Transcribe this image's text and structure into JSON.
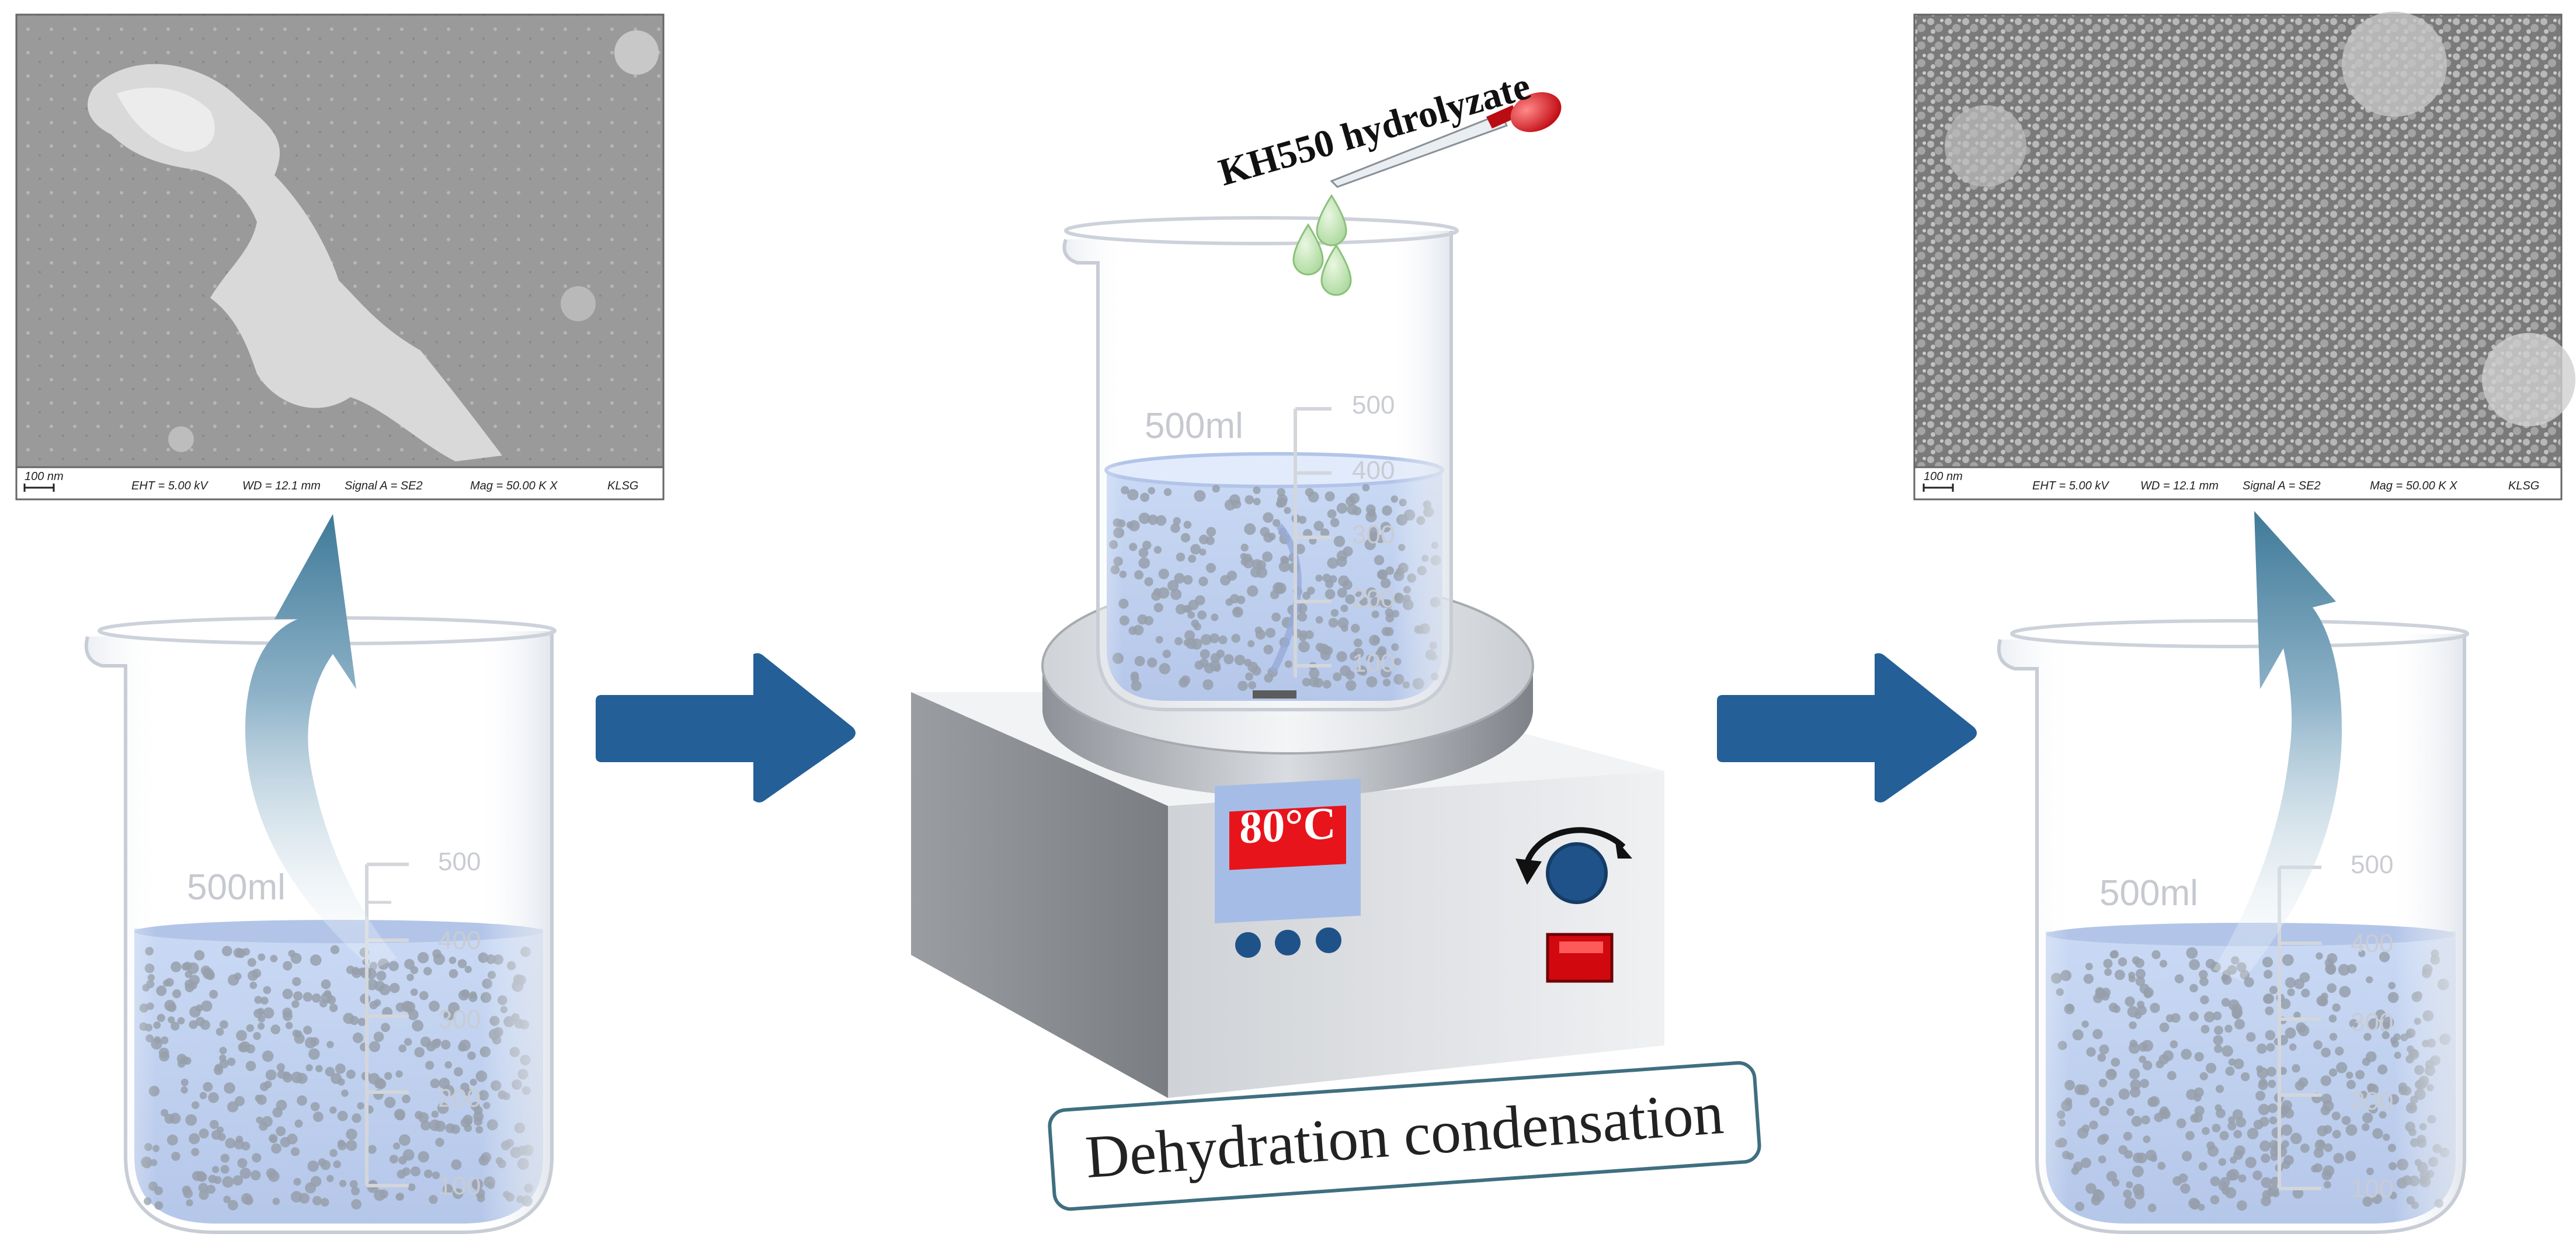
{
  "sem_left": {
    "scale_bar": "100 nm",
    "eht": "EHT =  5.00 kV",
    "wd": "WD = 12.1 mm",
    "signal": "Signal A = SE2",
    "mag": "Mag =  50.00 K X",
    "lab": "KLSG"
  },
  "sem_right": {
    "scale_bar": "100 nm",
    "eht": "EHT =  5.00 kV",
    "wd": "WD = 12.1 mm",
    "signal": "Signal A = SE2",
    "mag": "Mag =  50.00 K X",
    "lab": "KLSG"
  },
  "beaker_left": {
    "volume": "500ml",
    "tick_500": "500",
    "tick_400": "400",
    "tick_300": "300",
    "tick_200": "200",
    "tick_100": "100"
  },
  "beaker_center": {
    "volume": "500ml",
    "tick_500": "500",
    "tick_400": "400",
    "tick_300": "300",
    "tick_200": "200",
    "tick_100": "100"
  },
  "beaker_right": {
    "volume": "500ml",
    "tick_500": "500",
    "tick_400": "400",
    "tick_300": "300",
    "tick_200": "200",
    "tick_100": "100"
  },
  "reagent_label": "KH550 hydrolyzate",
  "temperature_display": "80°C",
  "process_label": "Dehydration condensation",
  "colors": {
    "arrow_blue": "#245f97",
    "liquid": "#a9bfe8",
    "display_red": "#e8141b",
    "caption_border": "#3f6f80"
  }
}
